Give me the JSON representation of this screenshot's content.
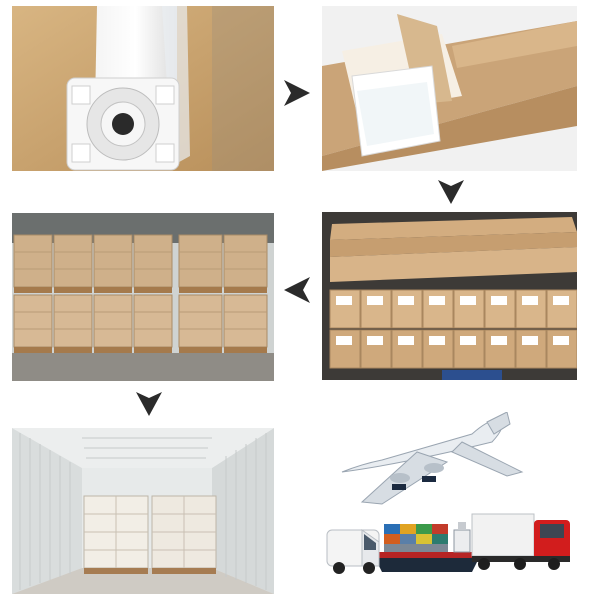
{
  "steps": [
    {
      "id": "roll",
      "subject": "wrapped-media-roll"
    },
    {
      "id": "boxed",
      "subject": "roll-in-carton"
    },
    {
      "id": "cartons-stacked",
      "subject": "stacked-labelled-cartons"
    },
    {
      "id": "warehouse",
      "subject": "palletized-stock-in-warehouse"
    },
    {
      "id": "container",
      "subject": "pallets-loaded-in-container"
    },
    {
      "id": "shipping",
      "subject": "air-sea-road-transport"
    }
  ],
  "flow": [
    "roll",
    "boxed",
    "cartons-stacked",
    "warehouse",
    "container",
    "shipping"
  ],
  "icons": {
    "arrow": "triangle-arrow",
    "plane": "airplane-icon",
    "ship": "cargo-ship-icon",
    "van": "van-icon",
    "truck": "truck-icon"
  },
  "colors": {
    "arrow": "#2b2b2b",
    "cardboard": "#c9a37a",
    "wood": "#b98f5e",
    "container_wall": "#e3e6e6",
    "truck_red": "#d21d1d",
    "ship_hull": "#1d2a3a"
  }
}
